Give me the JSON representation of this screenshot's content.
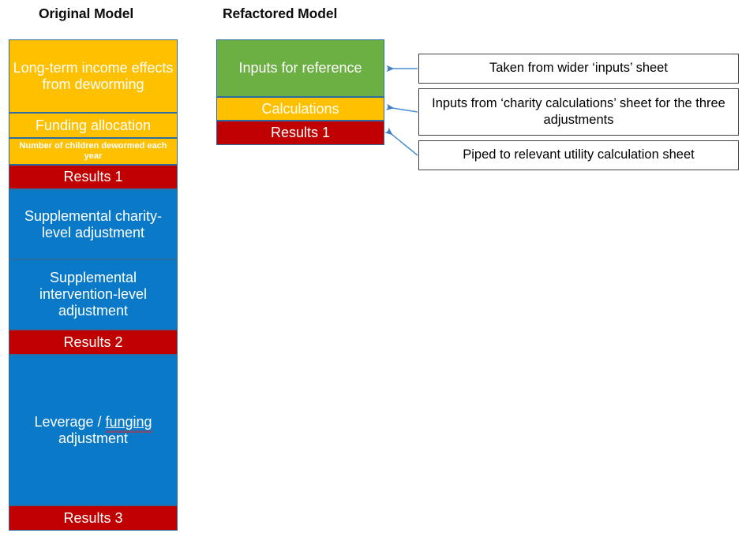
{
  "columns": {
    "original": {
      "title": "Original Model"
    },
    "refactored": {
      "title": "Refactored Model"
    }
  },
  "original_blocks": [
    {
      "id": "income",
      "label": "Long-term income effects from deworming",
      "color": "#ffc000"
    },
    {
      "id": "funding",
      "label": "Funding allocation",
      "color": "#ffc000"
    },
    {
      "id": "children",
      "label": "Number of children dewormed each year",
      "color": "#ffc000"
    },
    {
      "id": "results1",
      "label": "Results 1",
      "color": "#c00000"
    },
    {
      "id": "charity",
      "label": "Supplemental charity-level adjustment",
      "color": "#0a7ac8"
    },
    {
      "id": "interv",
      "label": "Supplemental intervention-level adjustment",
      "color": "#0a7ac8"
    },
    {
      "id": "results2",
      "label": "Results 2",
      "color": "#c00000"
    },
    {
      "id": "leverage",
      "label": "Leverage / funging adjustment",
      "label_prefix": "Leverage / ",
      "label_misspelled": "funging",
      "label_suffix": " adjustment",
      "color": "#0a7ac8"
    },
    {
      "id": "results3",
      "label": "Results 3",
      "color": "#c00000"
    }
  ],
  "refactored_blocks": [
    {
      "id": "inputs",
      "label": "Inputs for reference",
      "color": "#6cb043"
    },
    {
      "id": "calcs",
      "label": "Calculations",
      "color": "#ffc000"
    },
    {
      "id": "results1",
      "label": "Results 1",
      "color": "#c00000"
    }
  ],
  "callouts": [
    {
      "id": "inputs",
      "text": "Taken from wider ‘inputs’ sheet"
    },
    {
      "id": "calcs",
      "text": "Inputs from ‘charity calculations’ sheet for the three adjustments"
    },
    {
      "id": "piped",
      "text": "Piped to relevant utility calculation sheet"
    }
  ],
  "colors": {
    "yellow": "#ffc000",
    "red": "#c00000",
    "blue": "#0a7ac8",
    "green": "#6cb043",
    "block_border": "#2b6ca3",
    "callout_border": "#414141",
    "arrow": "#4a8fd0",
    "spellcheck_underline": "#e02020",
    "title_text": "#0d0d0d",
    "block_text": "#ffffff",
    "page_background": "#ffffff"
  }
}
